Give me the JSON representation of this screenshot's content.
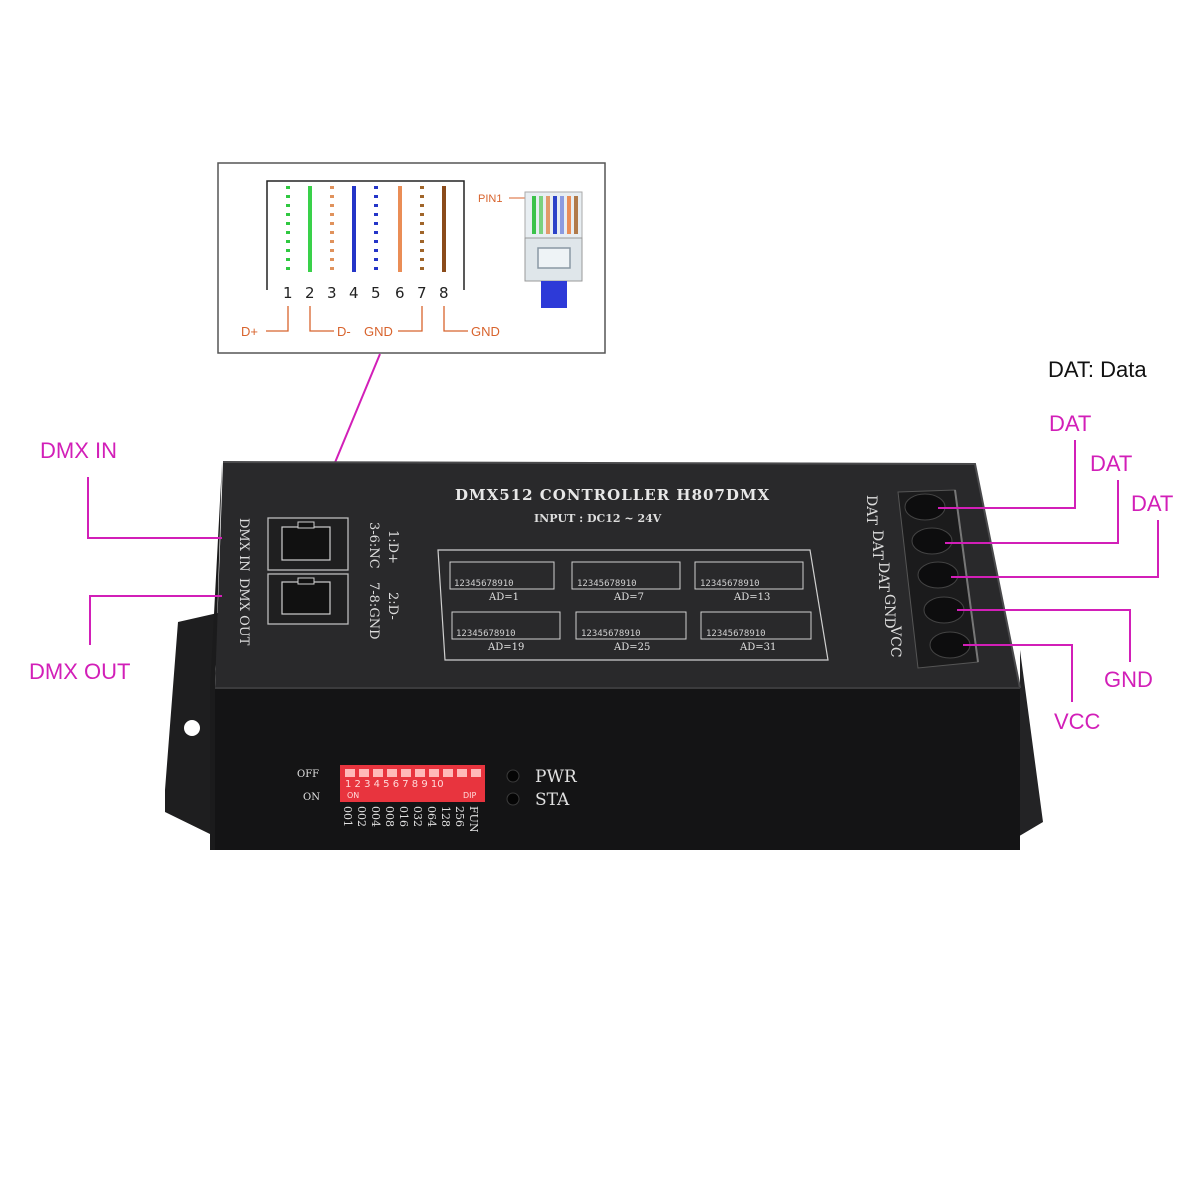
{
  "device": {
    "title": "DMX512 CONTROLLER H807DMX",
    "input": "INPUT : DC12 ~ 24V",
    "side_label_in": "DMX IN",
    "side_label_out": "DMX OUT",
    "pinout_text_1": "1:D+",
    "pinout_text_2": "2:D-",
    "pinout_text_3": "3-6:NC",
    "pinout_text_4": "7-8:GND",
    "terminal_labels": [
      "DAT",
      "DAT",
      "DAT",
      "GND",
      "VCC"
    ],
    "led_pwr": "PWR",
    "led_sta": "STA",
    "switch_off": "OFF",
    "switch_on": "ON",
    "dip_top_numbers": "1 2 3 4 5 6 7 8 9 10",
    "dip_bottom_left": "ON",
    "dip_bottom_right": "DIP",
    "dip_values": [
      "001",
      "002",
      "004",
      "008",
      "016",
      "032",
      "064",
      "128",
      "256",
      "FUN"
    ],
    "ad_numbers": "12345678910",
    "ad_labels": [
      "AD=1",
      "AD=7",
      "AD=13",
      "AD=19",
      "AD=25",
      "AD=31"
    ]
  },
  "callouts": {
    "dmx_in": "DMX IN",
    "dmx_out": "DMX OUT",
    "dat_legend": "DAT: Data",
    "dat_1": "DAT",
    "dat_2": "DAT",
    "dat_3": "DAT",
    "gnd": "GND",
    "vcc": "VCC"
  },
  "pinout": {
    "pin_numbers": [
      "1",
      "2",
      "3",
      "4",
      "5",
      "6",
      "7",
      "8"
    ],
    "d_plus": "D+",
    "d_minus": "D-",
    "gnd_mid": "GND",
    "gnd_right": "GND",
    "pin1": "PIN1"
  },
  "colors": {
    "callout": "#d21fb8",
    "housing": "#1c1c1e",
    "dip_red": "#e8343e"
  }
}
